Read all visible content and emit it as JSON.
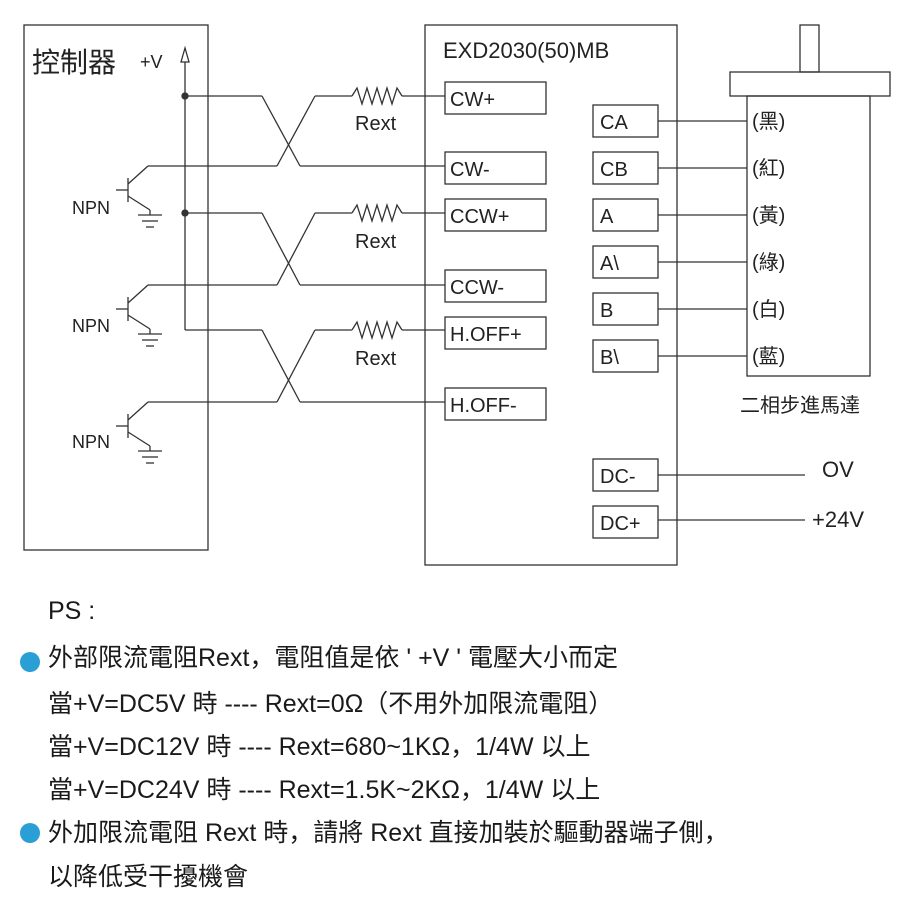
{
  "controller": {
    "title": "控制器",
    "vplus": "+V",
    "npn": [
      "NPN",
      "NPN",
      "NPN"
    ]
  },
  "rext": [
    "Rext",
    "Rext",
    "Rext"
  ],
  "driver": {
    "title": "EXD2030(50)MB",
    "left_terminals": [
      "CW+",
      "CW-",
      "CCW+",
      "CCW-",
      "H.OFF+",
      "H.OFF-"
    ],
    "right_terminals": [
      "CA",
      "CB",
      "A",
      "A\\",
      "B",
      "B\\",
      "DC-",
      "DC+"
    ]
  },
  "motor": {
    "wires": [
      "(黑)",
      "(紅)",
      "(黃)",
      "(綠)",
      "(白)",
      "(藍)"
    ],
    "label": "二相步進馬達"
  },
  "power": {
    "ov": "OV",
    "v24": "+24V"
  },
  "notes": {
    "ps": "PS :",
    "lines": [
      "外部限流電阻Rext，電阻值是依 ' +V ' 電壓大小而定",
      "當+V=DC5V 時 ---- Rext=0Ω（不用外加限流電阻）",
      "當+V=DC12V 時 ---- Rext=680~1KΩ，1/4W 以上",
      "當+V=DC24V 時 ---- Rext=1.5K~2KΩ，1/4W 以上",
      "外加限流電阻 Rext 時，請將 Rext 直接加裝於驅動器端子側，",
      "以降低受干擾機會"
    ]
  },
  "colors": {
    "line": "#333333",
    "bullet": "#2a9fd6"
  }
}
